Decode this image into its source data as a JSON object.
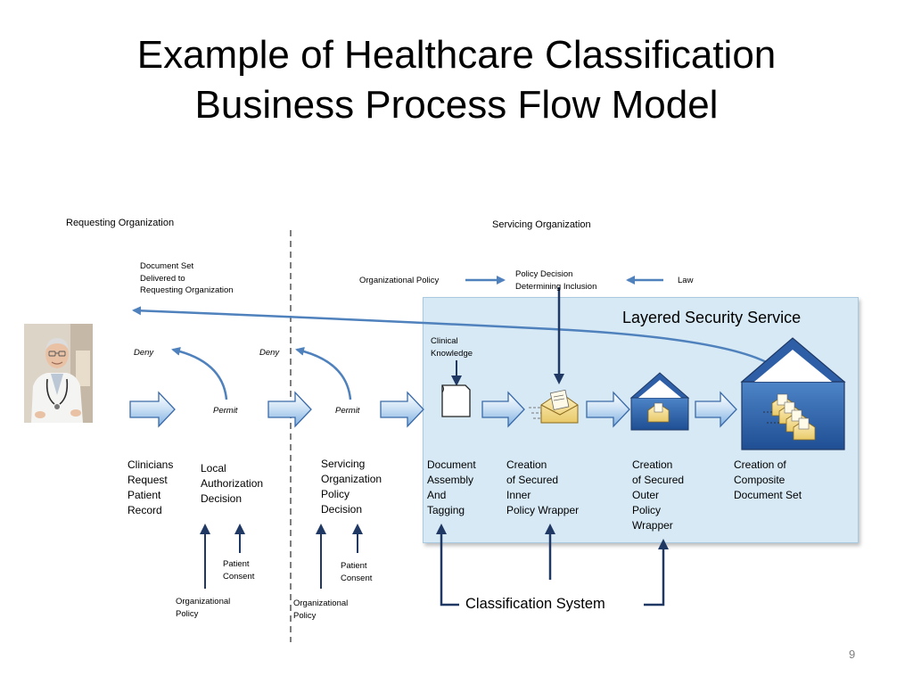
{
  "title": {
    "line1": "Example of Healthcare Classification",
    "line2": "Business Process Flow Model"
  },
  "headers": {
    "requesting": "Requesting Organization",
    "servicing": "Servicing Organization"
  },
  "delivered": {
    "l1": "Document Set",
    "l2": "Delivered to",
    "l3": "Requesting Organization"
  },
  "policy_row": {
    "org_policy": "Organizational Policy",
    "decision_l1": "Policy Decision",
    "decision_l2": "Determining Inclusion",
    "law": "Law"
  },
  "lss": {
    "title": "Layered Security Service",
    "clinical_l1": "Clinical",
    "clinical_l2": "Knowledge"
  },
  "flow": {
    "deny": "Deny",
    "permit": "Permit"
  },
  "steps": {
    "s1": [
      "Clinicians",
      "Request",
      "Patient",
      "Record"
    ],
    "s2": [
      "Local",
      "Authorization",
      "Decision"
    ],
    "s3": [
      "Servicing",
      "Organization",
      "Policy",
      "Decision"
    ],
    "s4": [
      "Document",
      "Assembly",
      "And",
      "Tagging"
    ],
    "s5": [
      "Creation",
      "of Secured",
      "Inner",
      "Policy Wrapper"
    ],
    "s6": [
      "Creation",
      "of Secured",
      "Outer",
      "Policy",
      "Wrapper"
    ],
    "s7": [
      "Creation of",
      "Composite",
      "Document Set"
    ]
  },
  "inputs": {
    "patient_consent_l1": "Patient",
    "patient_consent_l2": "Consent",
    "org_policy_l1": "Organizational",
    "org_policy_l2": "Policy"
  },
  "classification": "Classification System",
  "page_number": "9",
  "icons": {
    "doctor_photo": "doctor-photo",
    "document": "document-icon",
    "envelope": "envelope-icon",
    "wrapper": "wrapper-envelope-icon",
    "composite": "composite-envelope-icon"
  },
  "colors": {
    "arrow_blue": "#4f81bd",
    "dark_navy": "#1f3864",
    "box_fill": "#d6e9f5",
    "wrapper_blue": "#2e5fa6"
  }
}
